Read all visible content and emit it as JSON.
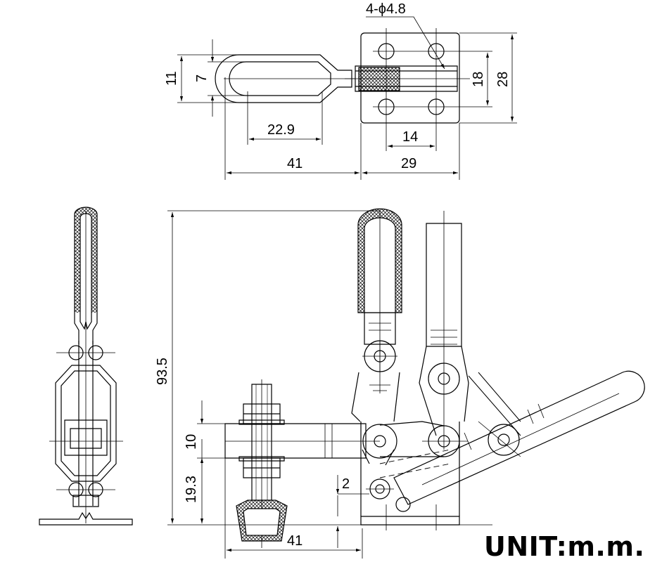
{
  "dimensions": {
    "hole_spec": "4-ϕ4.8",
    "top_bar_outer": "11",
    "top_bar_inner": "7",
    "handle_slot": "22.9",
    "handle_length": "41",
    "base_width": "29",
    "hole_pitch_x": "14",
    "hole_pitch_y": "18",
    "base_depth": "28",
    "overall_height": "93.5",
    "bar_height": "10",
    "bar_elevation": "19.3",
    "clearance": "2",
    "spindle_reach": "41"
  },
  "unit_label": "UNIT:m.m."
}
